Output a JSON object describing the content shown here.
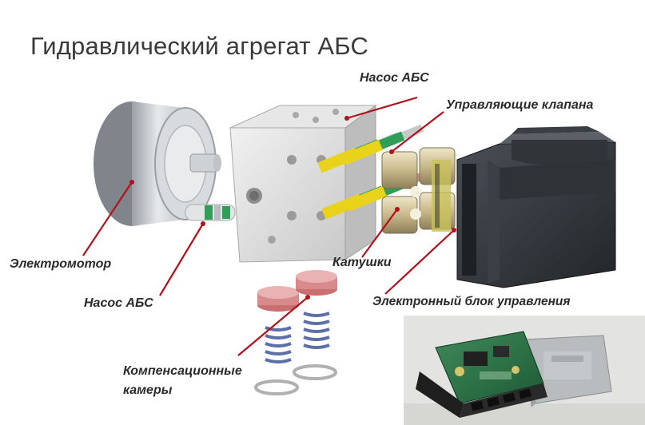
{
  "title": "Гидравлический агрегат АБС",
  "labels": {
    "pump_top": "Насос АБС",
    "valves": "Управляющие клапана",
    "motor": "Электромотор",
    "coils": "Катушки",
    "pump_bottom": "Насос АБС",
    "ecu": "Электронный блок управления",
    "chambers_line1": "Компенсационные",
    "chambers_line2": "камеры"
  },
  "colors": {
    "pointer": "#b0111a",
    "valve_yellow": "#e9d21a",
    "valve_green": "#2f9e57",
    "spring_blue": "#5b6fa8",
    "piston_pink": "#d98a8a"
  }
}
